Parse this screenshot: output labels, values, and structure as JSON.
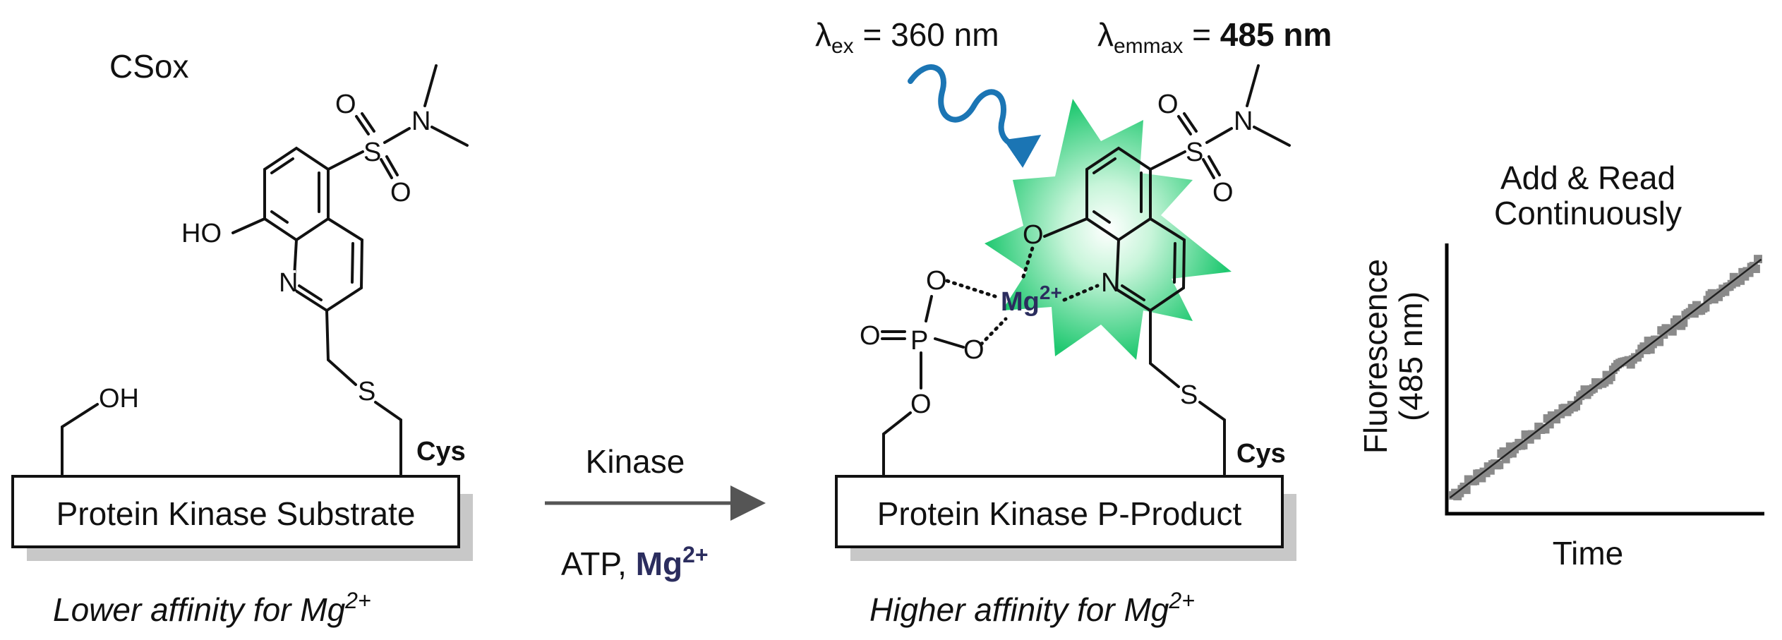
{
  "left": {
    "label_csox": "CSox",
    "box_label": "Protein Kinase Substrate",
    "caption": "Lower affinity for Mg",
    "caption_sup": "2+",
    "cys": "Cys",
    "atoms": {
      "O1": "O",
      "O2": "O",
      "S": "S",
      "N_sulf": "N",
      "HO": "HO",
      "N_ring": "N",
      "S_thio": "S",
      "OH": "OH"
    }
  },
  "arrow": {
    "top_label": "Kinase",
    "bottom_label_prefix": "ATP, ",
    "bottom_label_mg": "Mg",
    "bottom_label_sup": "2+"
  },
  "right": {
    "lambda_ex_symbol": "λ",
    "lambda_ex_sub": "ex",
    "lambda_ex_value": " = 360 nm",
    "lambda_em_symbol": "λ",
    "lambda_em_sub": "emmax",
    "lambda_em_eq": " = ",
    "lambda_em_value": "485 nm",
    "box_label": "Protein Kinase P-Product",
    "caption": "Higher affinity for Mg",
    "caption_sup": "2+",
    "cys": "Cys",
    "mg": "Mg",
    "mg_sup": "2+",
    "atoms": {
      "O1": "O",
      "O2": "O",
      "S": "S",
      "N_sulf": "N",
      "O_phen": "O",
      "N_ring": "N",
      "S_thio": "S",
      "O_p1": "O",
      "O_p2": "O",
      "O_p3": "O",
      "P": "P",
      "O_dbl": "O"
    }
  },
  "chart_data": {
    "type": "scatter",
    "title": "Add & Read Continuously",
    "title_line1": "Add & Read",
    "title_line2": "Continuously",
    "xlabel": "Time",
    "ylabel_line1": "Fluorescence",
    "ylabel_line2": "(485 nm)",
    "grid": false,
    "xlim": [
      0,
      1
    ],
    "ylim": [
      0,
      1
    ],
    "trend": {
      "slope": 0.9,
      "intercept": 0.05
    },
    "points_noise": 0.02,
    "point_count": 140,
    "colors": {
      "points": "#8a8a8a",
      "line": "#222222",
      "axes": "#000000"
    }
  },
  "colors": {
    "glow": "#1fd07a",
    "wave": "#1b75b4",
    "mg": "#2b2d5e",
    "shadow": "#c8c8c8"
  }
}
